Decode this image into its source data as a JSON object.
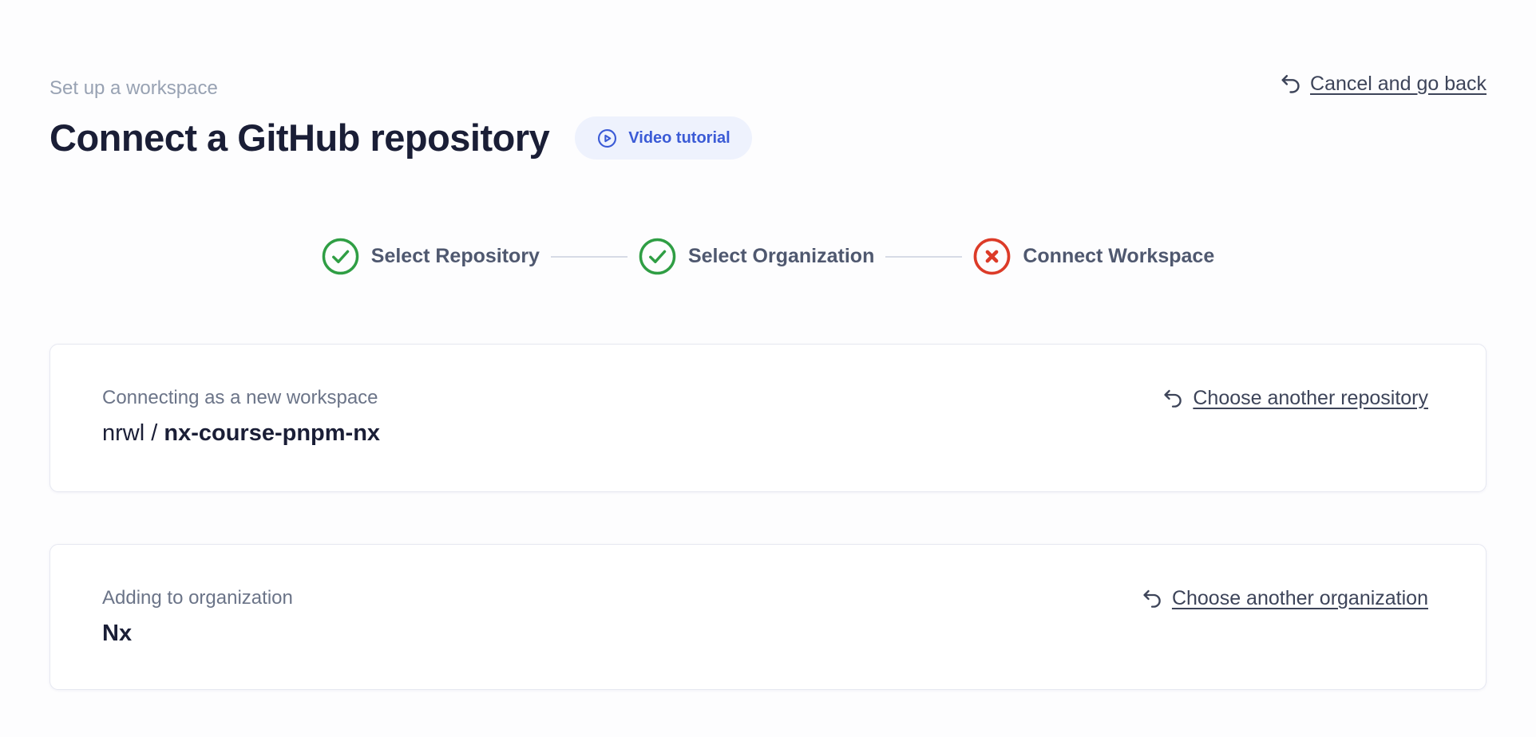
{
  "page": {
    "eyebrow": "Set up a workspace",
    "title": "Connect a GitHub repository"
  },
  "header": {
    "video_tutorial_label": "Video tutorial",
    "cancel_label": "Cancel and go back"
  },
  "stepper": {
    "steps": [
      {
        "label": "Select Repository",
        "status": "done"
      },
      {
        "label": "Select Organization",
        "status": "done"
      },
      {
        "label": "Connect Workspace",
        "status": "error"
      }
    ]
  },
  "repository_card": {
    "label": "Connecting as a new workspace",
    "owner": "nrwl /",
    "repo": "nx-course-pnpm-nx",
    "action_label": "Choose another repository"
  },
  "organization_card": {
    "label": "Adding to organization",
    "name": "Nx",
    "action_label": "Choose another organization"
  },
  "colors": {
    "accent_blue": "#3b5bd6",
    "pill_background": "#eef2fd",
    "success_green": "#2f9e44",
    "error_red": "#dc3b28",
    "title_navy": "#1a1e36",
    "muted_gray": "#98a2b3",
    "link_slate": "#3d4459"
  },
  "icons": {
    "cancel": "undo-arrow-icon",
    "video": "play-circle-icon",
    "step_done": "check-circle-icon",
    "step_error": "x-circle-icon"
  }
}
